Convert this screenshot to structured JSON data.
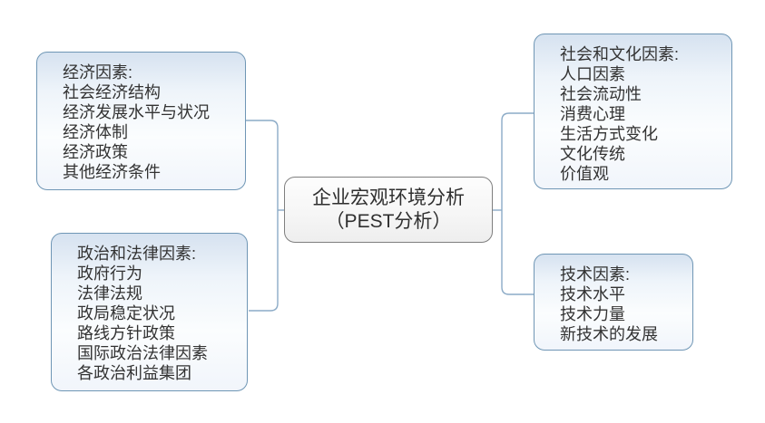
{
  "center": {
    "line1": "企业宏观环境分析",
    "line2": "（PEST分析）"
  },
  "boxes": [
    {
      "id": "economic",
      "title": "经济因素:",
      "items": [
        "社会经济结构",
        "经济发展水平与状况",
        "经济体制",
        "经济政策",
        "其他经济条件"
      ]
    },
    {
      "id": "political",
      "title": "政治和法律因素:",
      "items": [
        "政府行为",
        "法律法规",
        "政局稳定状况",
        "路线方针政策",
        "国际政治法律因素",
        "各政治利益集团"
      ]
    },
    {
      "id": "social",
      "title": "社会和文化因素:",
      "items": [
        "人口因素",
        "社会流动性",
        "消费心理",
        "生活方式变化",
        "文化传统",
        "价值观"
      ]
    },
    {
      "id": "tech",
      "title": "技术因素:",
      "items": [
        "技术水平",
        "技术力量",
        "新技术的发展"
      ]
    }
  ],
  "colors": {
    "box_border": "#6f96b5",
    "box_fill_top": "#d6e2f0",
    "box_fill_bottom": "#f1f5fb",
    "connector": "#8cabc7",
    "center_border": "#7f7f7f",
    "center_fill_top": "#fdfdfd",
    "center_fill_bottom": "#eeeeee",
    "text": "#333333"
  }
}
